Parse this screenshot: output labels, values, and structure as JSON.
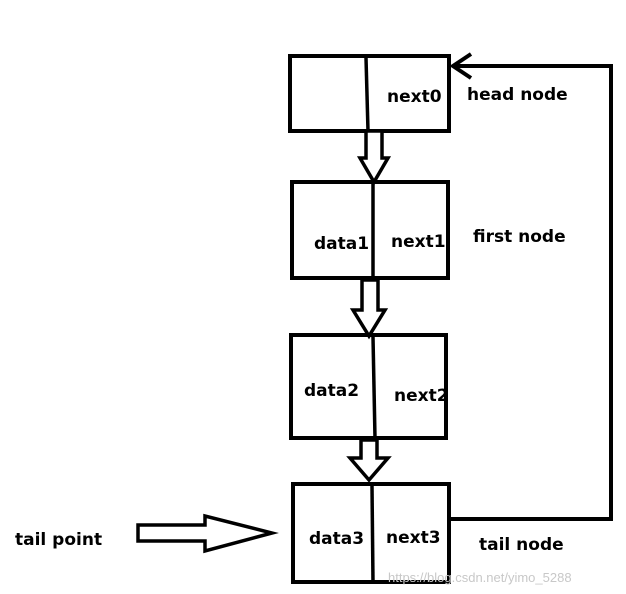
{
  "nodes": {
    "head": {
      "data": "",
      "next": "next0",
      "label": "head node"
    },
    "first": {
      "data": "data1",
      "next": "next1",
      "label": "first node"
    },
    "second": {
      "data": "data2",
      "next": "next2",
      "label": ""
    },
    "tail": {
      "data": "data3",
      "next": "next3",
      "label": "tail node"
    }
  },
  "pointer": {
    "label": "tail point"
  },
  "watermark": "https://blog.csdn.net/yimo_5288",
  "colors": {
    "stroke": "#000000",
    "background": "#ffffff",
    "watermark": "#c8c8c8"
  }
}
